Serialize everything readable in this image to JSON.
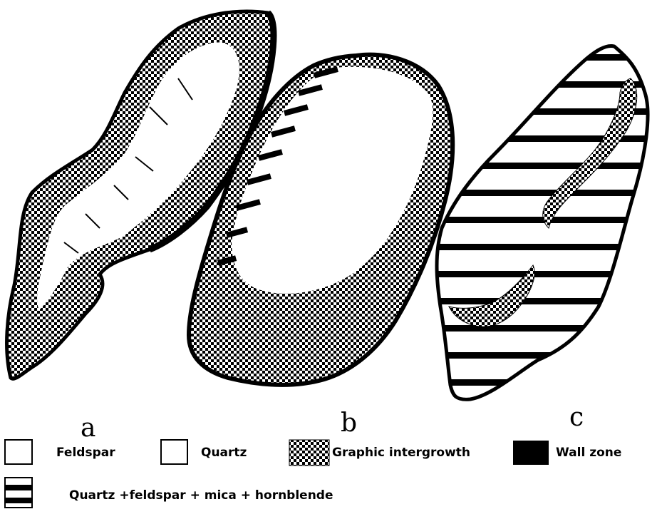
{
  "panels": [
    {
      "label": "a"
    },
    {
      "label": "b"
    },
    {
      "label": "c"
    }
  ],
  "legend": [
    {
      "label": "Feldspar"
    },
    {
      "label": "Quartz"
    },
    {
      "label": "Graphic intergrowth"
    },
    {
      "label": "Wall zone"
    },
    {
      "label": "Quartz +feldspar + mica + hornblende"
    }
  ]
}
